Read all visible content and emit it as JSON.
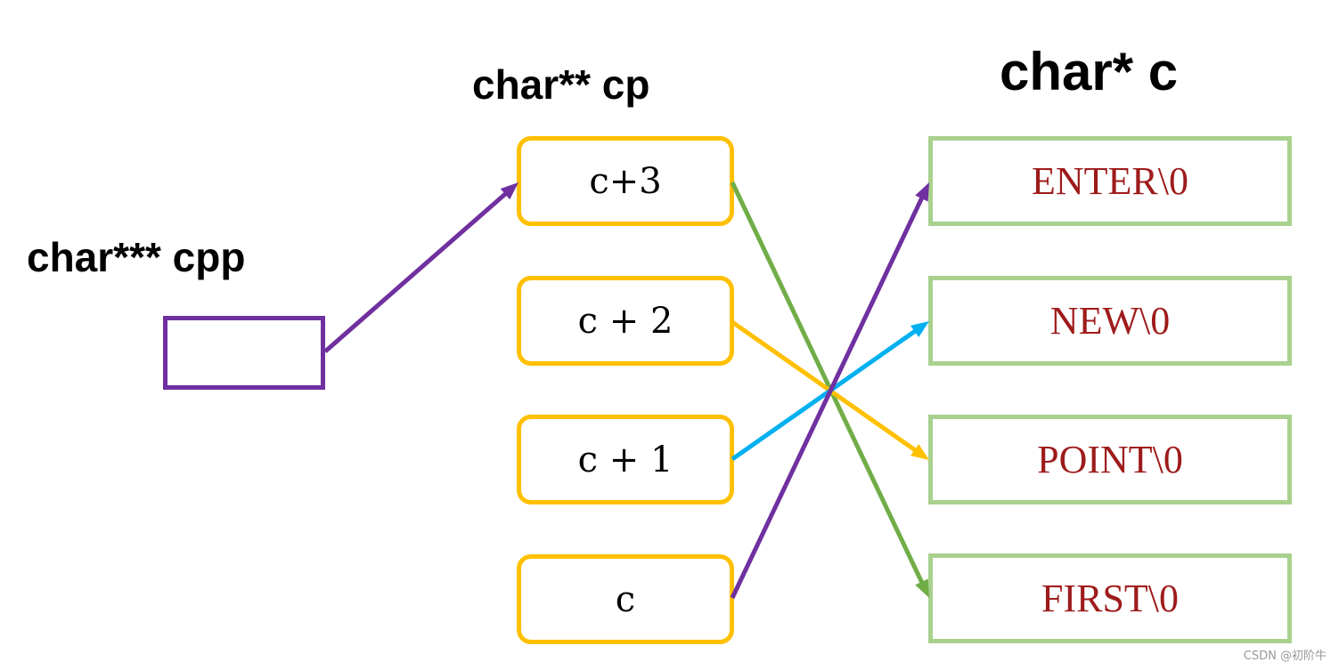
{
  "labels": {
    "cpp": "char*** cpp",
    "cp": "char** cp",
    "c": "char* c"
  },
  "cp_cells": [
    "c+3",
    "c + 2",
    "c + 1",
    "c"
  ],
  "c_cells": [
    "ENTER\\0",
    "NEW\\0",
    "POINT\\0",
    "FIRST\\0"
  ],
  "pointers": [
    {
      "from": "cpp",
      "to": "cp_0",
      "color": "#7030a0"
    },
    {
      "from": "cp_0",
      "to": "c_3",
      "color": "#70ad47"
    },
    {
      "from": "cp_1",
      "to": "c_2",
      "color": "#ffc000"
    },
    {
      "from": "cp_2",
      "to": "c_1",
      "color": "#00b0f0"
    },
    {
      "from": "cp_3",
      "to": "c_0",
      "color": "#7030a0"
    }
  ],
  "colors": {
    "cpp_border": "#7030a0",
    "cp_border": "#ffc000",
    "c_border": "#a9d18e",
    "c_text": "#9e1b1b"
  },
  "watermark": "CSDN @初阶牛"
}
